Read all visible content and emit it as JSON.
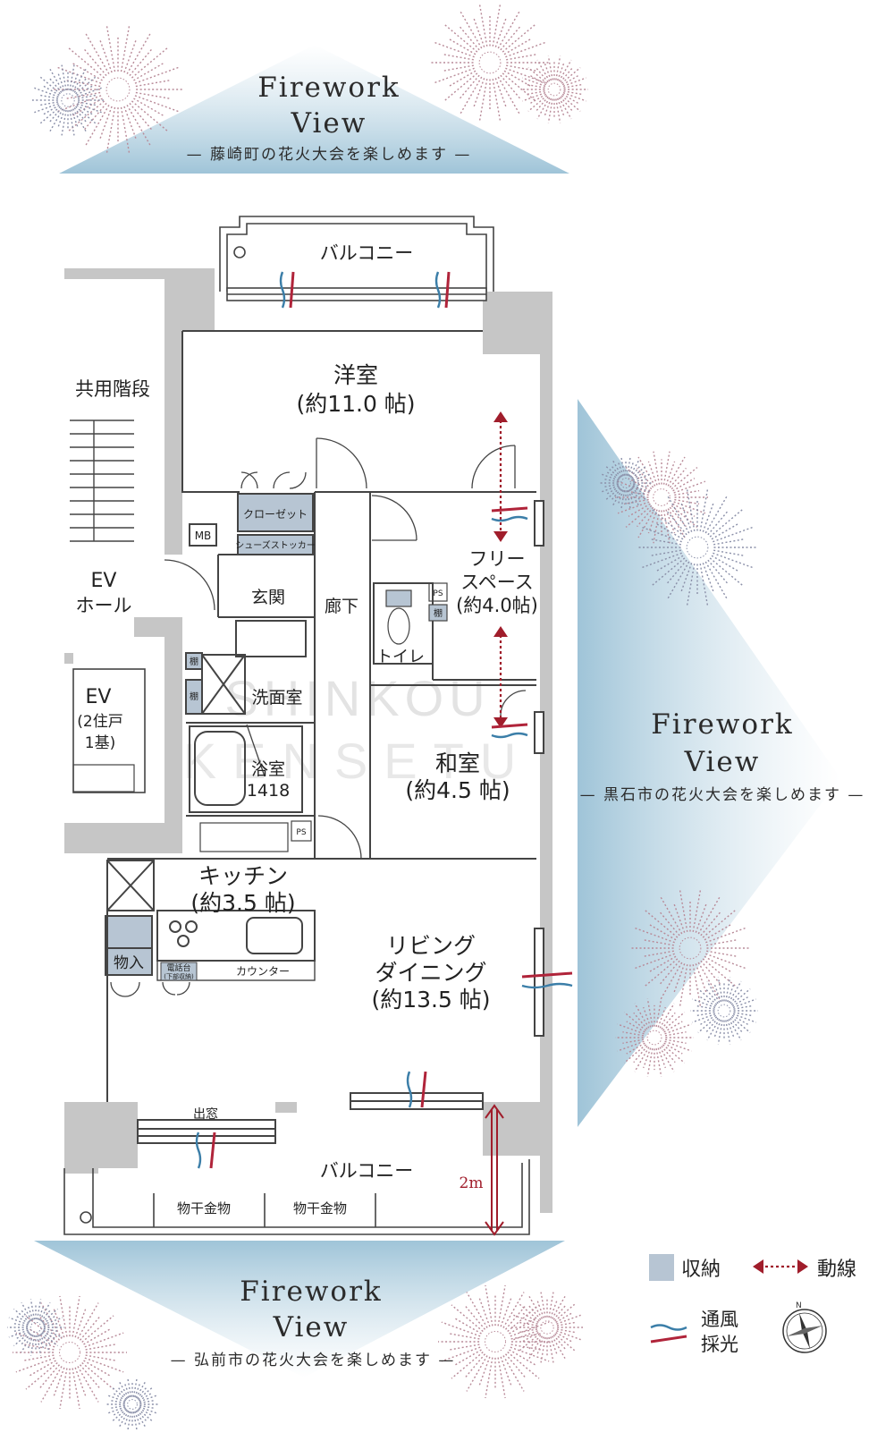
{
  "views": {
    "top": {
      "title_line1": "Firework",
      "title_line2": "View",
      "subtitle": "— 藤崎町の花火大会を楽しめます —"
    },
    "right": {
      "title_line1": "Firework",
      "title_line2": "View",
      "subtitle": "— 黒石市の花火大会を楽しめます —"
    },
    "bottom": {
      "title_line1": "Firework",
      "title_line2": "View",
      "subtitle": "— 弘前市の花火大会を楽しめます —"
    }
  },
  "rooms": {
    "balcony_top": "バルコニー",
    "western_room": {
      "name": "洋室",
      "size": "(約11.0 帖)"
    },
    "closet": "クローゼット",
    "shoes_stocker": "シューズストッカー",
    "mb": "MB",
    "entrance": "玄関",
    "corridor": "廊下",
    "free_space": {
      "line1": "フリー",
      "line2": "スペース",
      "size": "(約4.0帖)"
    },
    "toilet": "トイレ",
    "ps": "PS",
    "shelf": "棚",
    "washroom": "洗面室",
    "bathroom": {
      "name": "浴室",
      "size": "1418"
    },
    "japanese_room": {
      "name": "和室",
      "size": "(約4.5 帖)"
    },
    "kitchen": {
      "name": "キッチン",
      "size": "(約3.5 帖)"
    },
    "storage": "物入",
    "phone_stand": {
      "line1": "電話台",
      "line2": "(下部収納)"
    },
    "counter": "カウンター",
    "living": {
      "line1": "リビング",
      "line2": "ダイニング",
      "size": "(約13.5 帖)"
    },
    "bay_window": "出窓",
    "balcony_bottom": "バルコニー",
    "drying_hardware_1": "物干金物",
    "drying_hardware_2": "物干金物",
    "balcony_depth": "2m",
    "common_stairs": "共用階段",
    "ev_hall": {
      "line1": "EV",
      "line2": "ホール"
    },
    "ev": {
      "line1": "EV",
      "line2": "(2住戸",
      "line3": "1基)"
    }
  },
  "watermark": {
    "line1": "SHINKOU",
    "line2": "KENSETU"
  },
  "legend": {
    "storage": "収納",
    "flow": "動線",
    "ventilation": "通風",
    "daylight": "採光"
  },
  "colors": {
    "storage_fill": "#b7c5d3",
    "wall": "#c6c6c6",
    "flow_arrow": "#a01d2b",
    "ventilation": "#3b7ea8",
    "daylight": "#b0243a",
    "firework_pink": "#b88a98",
    "firework_slate": "#8a8fa8",
    "view_gradient": "#9fc4d8"
  },
  "icons": [
    "firework-burst-icon",
    "compass-icon",
    "flow-arrow-icon",
    "ventilation-icon",
    "daylight-icon"
  ]
}
